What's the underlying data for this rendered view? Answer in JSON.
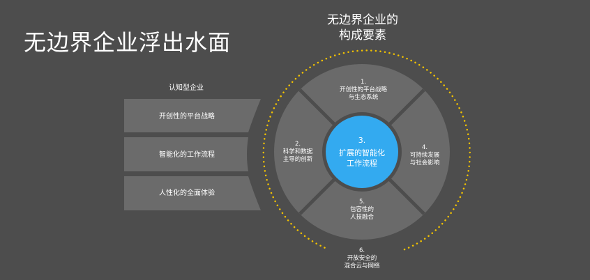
{
  "slide": {
    "title": "无边界企业浮出水面",
    "subtitle_line1": "无边界企业的",
    "subtitle_line2": "构成要素"
  },
  "left_panel": {
    "heading": "认知型企业",
    "bars": [
      "开创性的平台战略",
      "智能化的工作流程",
      "人性化的全面体验"
    ]
  },
  "wheel": {
    "center": {
      "num": "3.",
      "line1": "扩展的智能化",
      "line2": "工作流程"
    },
    "top": {
      "num": "1.",
      "line1": "开创性的平台战略",
      "line2": "与生态系统"
    },
    "left": {
      "num": "2.",
      "line1": "科学和数据",
      "line2": "主导的创新"
    },
    "right": {
      "num": "4.",
      "line1": "可持续发展",
      "line2": "与社会影响"
    },
    "bottom": {
      "num": "5.",
      "line1": "包容性的",
      "line2": "人技融合"
    },
    "outer": {
      "num": "6.",
      "line1": "开放安全的",
      "line2": "混合云与网络"
    }
  },
  "colors": {
    "background": "#4d4d4d",
    "bar_fill": "#6b6b6b",
    "wheel_segment": "#6a6a6a",
    "center_circle": "#33aaf0",
    "dotted_ring": "#f2c200"
  }
}
